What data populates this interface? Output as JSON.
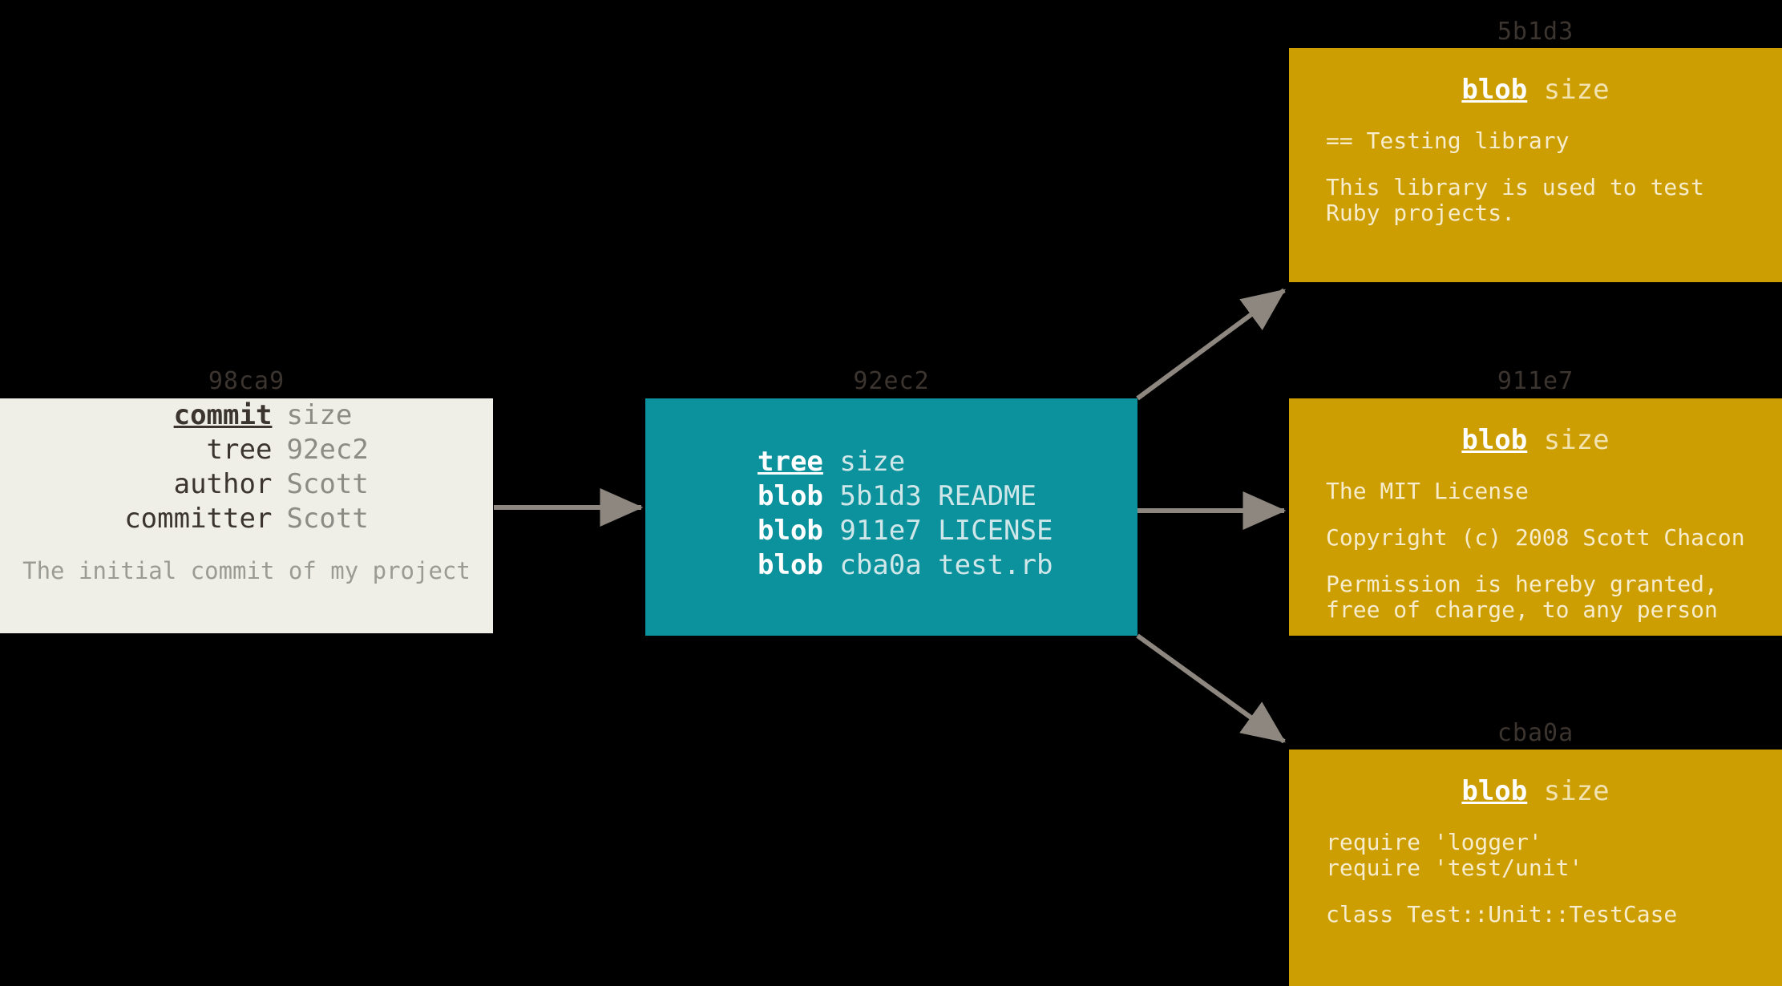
{
  "diagram": {
    "title": "git object model: commit -> tree -> blobs",
    "colors": {
      "background": "#000000",
      "commit_fill": "#efefe7",
      "tree_fill": "#0c929c",
      "blob_fill": "#cc9e02",
      "edge": "#8d8780",
      "hash_label": "#3b342f"
    }
  },
  "commit": {
    "hash_label": "98ca9",
    "rows": [
      {
        "key": "commit",
        "value": "size",
        "emphasis": "bold-underline"
      },
      {
        "key": "tree",
        "value": "92ec2",
        "emphasis": "none"
      },
      {
        "key": "author",
        "value": "Scott",
        "emphasis": "none"
      },
      {
        "key": "committer",
        "value": "Scott",
        "emphasis": "none"
      }
    ],
    "message": "The initial commit of my project"
  },
  "tree": {
    "hash_label": "92ec2",
    "lines": [
      {
        "kind": "tree",
        "rest": " size",
        "underline": true
      },
      {
        "kind": "blob",
        "rest": " 5b1d3 README",
        "underline": false
      },
      {
        "kind": "blob",
        "rest": " 911e7 LICENSE",
        "underline": false
      },
      {
        "kind": "blob",
        "rest": " cba0a test.rb",
        "underline": false
      }
    ]
  },
  "blobs": [
    {
      "id": "blob-readme",
      "hash_label": "5b1d3",
      "kind": "blob",
      "size_label": "size",
      "paragraphs": [
        "== Testing library",
        "This library is used to test\nRuby projects."
      ]
    },
    {
      "id": "blob-license",
      "hash_label": "911e7",
      "kind": "blob",
      "size_label": "size",
      "paragraphs": [
        "The MIT License",
        "Copyright (c) 2008 Scott Chacon",
        "Permission is hereby granted,\nfree of charge, to any person"
      ]
    },
    {
      "id": "blob-testrb",
      "hash_label": "cba0a",
      "kind": "blob",
      "size_label": "size",
      "paragraphs": [
        "require 'logger'\nrequire 'test/unit'",
        "",
        "class Test::Unit::TestCase"
      ]
    }
  ],
  "edges": [
    {
      "name": "commit-to-tree",
      "from": "commit",
      "to": "tree"
    },
    {
      "name": "tree-to-blob-readme",
      "from": "tree",
      "to": "blob-readme"
    },
    {
      "name": "tree-to-blob-license",
      "from": "tree",
      "to": "blob-license"
    },
    {
      "name": "tree-to-blob-testrb",
      "from": "tree",
      "to": "blob-testrb"
    }
  ]
}
